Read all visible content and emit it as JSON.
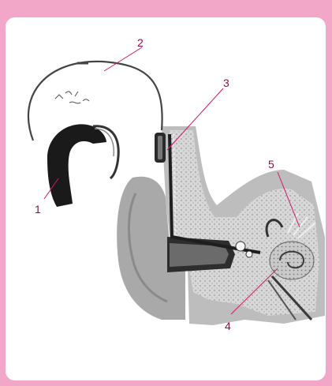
{
  "colors": {
    "background": "#f3a7c8",
    "card": "#ffffff",
    "label": "#8a1040",
    "leader": "#d0186a"
  },
  "labels": [
    "1",
    "2",
    "3",
    "4",
    "5"
  ]
}
